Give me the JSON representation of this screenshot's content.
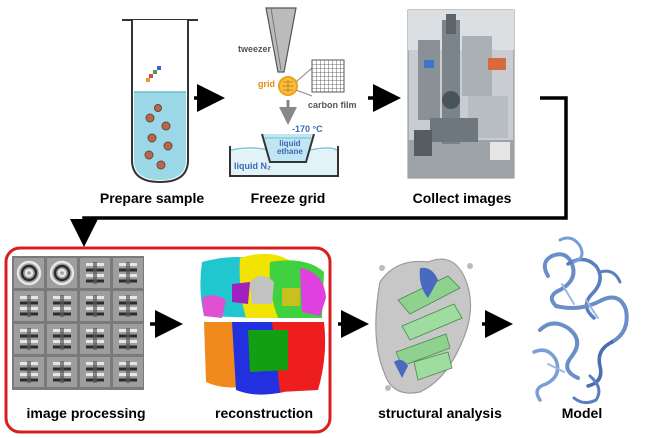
{
  "steps": {
    "prepare": "Prepare sample",
    "freeze": "Freeze grid",
    "collect": "Collect images",
    "processing": "image processing",
    "reconstruction": "reconstruction",
    "structural": "structural analysis",
    "model": "Model"
  },
  "freeze_labels": {
    "tweezer": "tweezer",
    "grid": "grid",
    "carbon_film": "carbon film",
    "temperature": "-170 °C",
    "liquid_ethane": "liquid\nethane",
    "liquid_n2": "liquid N₂"
  },
  "colors": {
    "highlight_box": "#d42020",
    "liquid": "#9ad8e8",
    "grid": "#f0a020",
    "label_blue": "#3a6ab0",
    "model": "#6a8fc8"
  }
}
